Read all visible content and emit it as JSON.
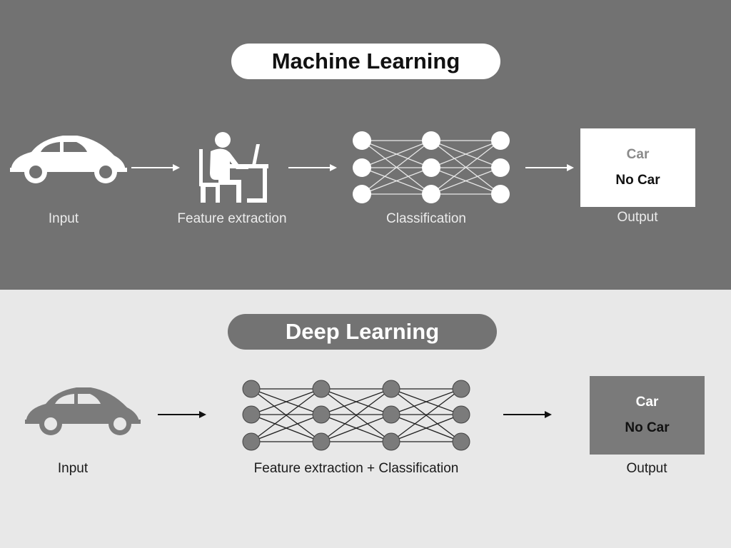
{
  "machine_learning": {
    "title": "Machine Learning",
    "steps": {
      "input": "Input",
      "feature_extraction": "Feature extraction",
      "classification": "Classification",
      "output": "Output"
    },
    "output_options": {
      "car": "Car",
      "no_car": "No Car"
    }
  },
  "deep_learning": {
    "title": "Deep Learning",
    "steps": {
      "input": "Input",
      "feature_classification": "Feature extraction + Classification",
      "output": "Output"
    },
    "output_options": {
      "car": "Car",
      "no_car": "No Car"
    }
  },
  "colors": {
    "ml_background": "#727272",
    "dl_background": "#e8e8e8",
    "dl_node": "#7b7b7b"
  },
  "icons": {
    "car": "car-icon",
    "person": "person-at-desk-icon",
    "network": "neural-network-icon",
    "arrow": "arrow-right-icon"
  }
}
